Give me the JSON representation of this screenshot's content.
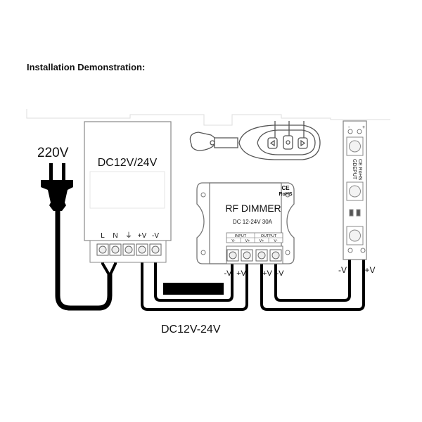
{
  "title": "Installation Demonstration:",
  "plug": {
    "label": "220V"
  },
  "power_supply": {
    "label": "DC12V/24V",
    "terminals": [
      "L",
      "N",
      "⏚",
      "+V",
      "-V"
    ]
  },
  "dimmer": {
    "name": "RF DIMMER",
    "spec": "DC 12-24V 30A",
    "cert": [
      "CE",
      "RoHS"
    ],
    "input_label": "INPUT",
    "output_label": "OUTPUT",
    "terminal_labels": [
      "V-",
      "V+",
      "V+",
      "V-"
    ],
    "wire_labels": [
      "-V",
      "+V",
      "+V",
      "-V"
    ]
  },
  "strip": {
    "text": [
      "CE RoHS",
      "GDEPUT"
    ],
    "wire_labels": [
      "-V",
      "+V"
    ],
    "pad_marks": [
      "-",
      "+"
    ]
  },
  "wire_label": "DC12V-24V"
}
